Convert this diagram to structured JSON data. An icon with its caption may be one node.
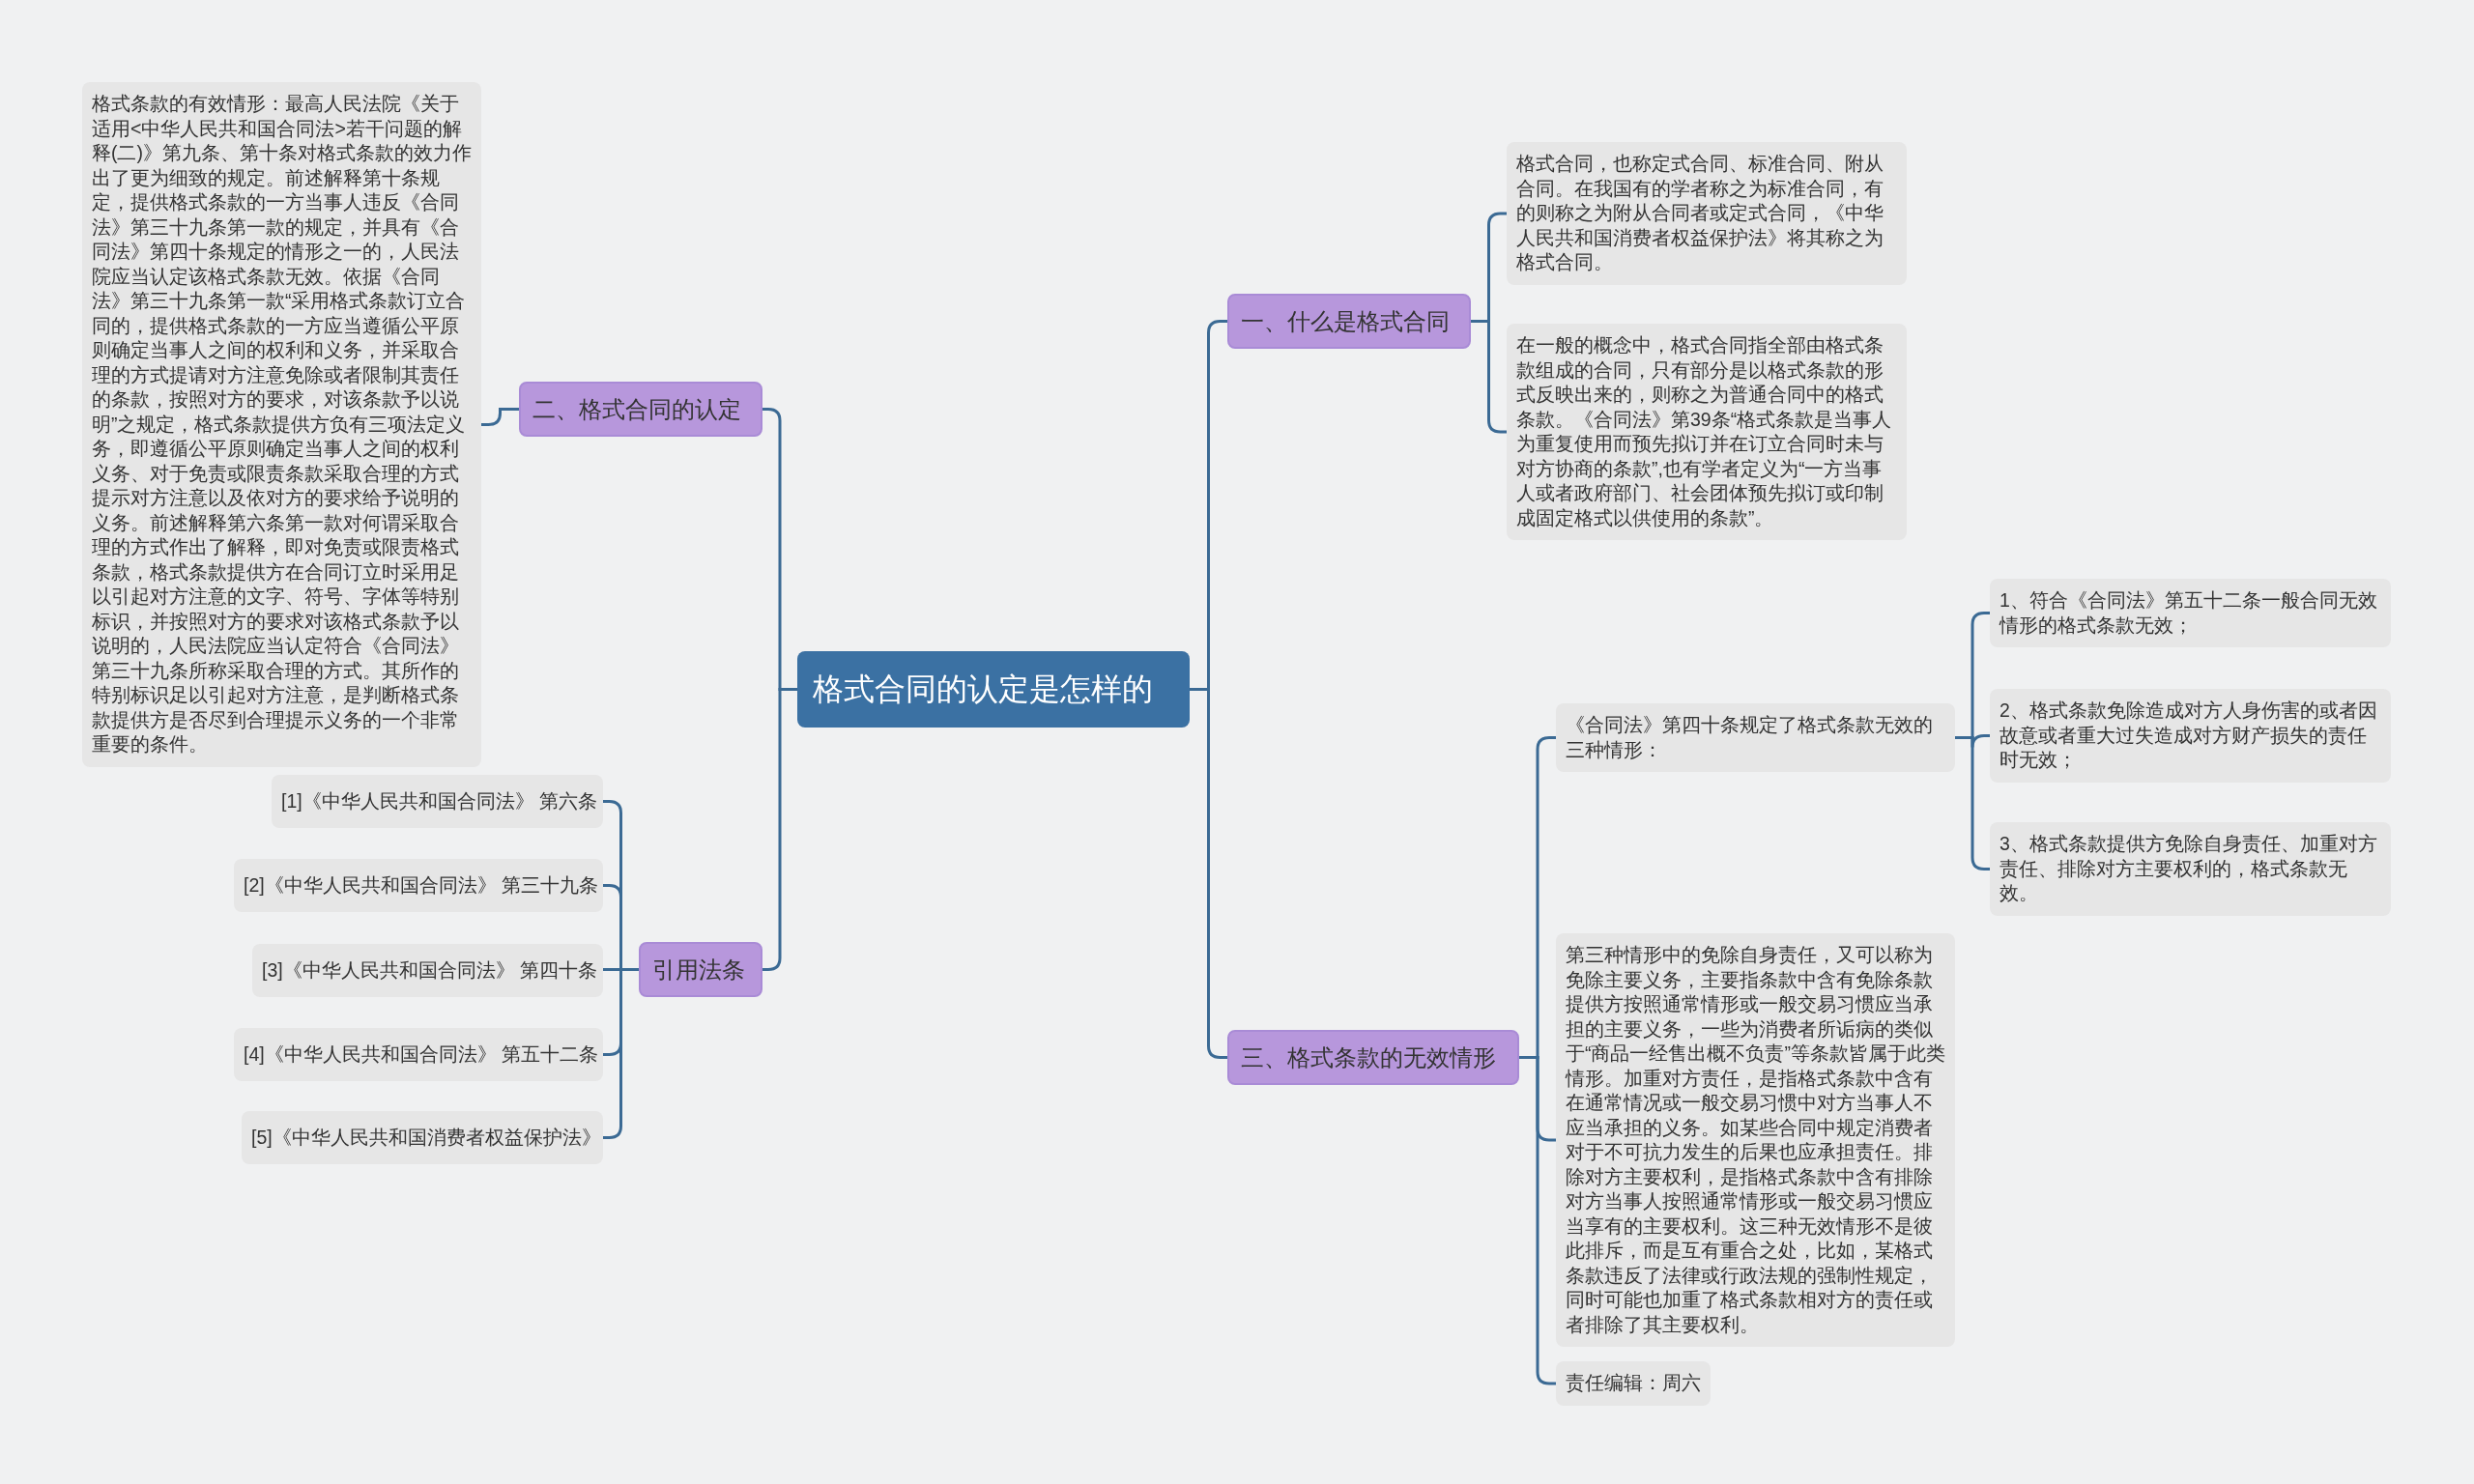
{
  "diagram": {
    "nodes": [
      {
        "text": [
          "格式合同的认定是怎样的"
        ]
      },
      {
        "text": [
          "一、什么是格式合同"
        ]
      },
      {
        "text": [
          "格式合同，也称定式合同、标准合同、附从合同。在我国有的学者称之为标准合同，有的则称之为附从合同者或定式合同，《中华人民共和国消费者权益保护法》将其称之为格式合同。"
        ]
      },
      {
        "text": [
          "在一般的概念中，格式合同指全部由格式条款组成的合同，只有部分是以格式条款的形式反映出来的，则称之为普通合同中的格式条款。《合同法》第39条“格式条款是当事人为重复使用而预先拟订并在订立合同时未与对方协商的条款”,也有学者定义为“一方当事人或者政府部门、社会团体预先拟订或印制成固定格式以供使用的条款”。"
        ]
      },
      {
        "text": [
          "二、格式合同的认定"
        ]
      },
      {
        "text": [
          "格式条款的有效情形：最高人民法院《关于适用<中华人民共和国合同法>若干问题的解释(二)》第九条、第十条对格式条款的效力作出了更为细致的规定。前述解释第十条规定，提供格式条款的一方当事人违反《合同法》第三十九条第一款的规定，并具有《合同法》第四十条规定的情形之一的，人民法院应当认定该格式条款无效。依据《合同法》第三十九条第一款“采用格式条款订立合同的，提供格式条款的一方应当遵循公平原则确定当事人之间的权利和义务，并采取合理的方式提请对方注意免除或者限制其责任的条款，按照对方的要求，对该条款予以说明”之规定，格式条款提供方负有三项法定义务，即遵循公平原则确定当事人之间的权利义务、对于免责或限责条款采取合理的方式提示对方注意以及依对方的要求给予说明的义务。前述解释第六条第一款对何谓采取合理的方式作出了解释，即对免责或限责格式条款，格式条款提供方在合同订立时采用足以引起对方注意的文字、符号、字体等特别标识，并按照对方的要求对该格式条款予以说明的，人民法院应当认定符合《合同法》第三十九条所称采取合理的方式。其所作的特别标识足以引起对方注意，是判断格式条款提供方是否尽到合理提示义务的一个非常重要的条件。"
        ]
      },
      {
        "text": [
          "引用法条"
        ]
      },
      {
        "text": [
          "[1]《中华人民共和国合同法》 第六条"
        ]
      },
      {
        "text": [
          "[2]《中华人民共和国合同法》 第三十九条"
        ]
      },
      {
        "text": [
          "[3]《中华人民共和国合同法》 第四十条"
        ]
      },
      {
        "text": [
          "[4]《中华人民共和国合同法》 第五十二条"
        ]
      },
      {
        "text": [
          "[5]《中华人民共和国消费者权益保护法》"
        ]
      },
      {
        "text": [
          "三、格式条款的无效情形"
        ]
      },
      {
        "text": [
          "《合同法》第四十条规定了格式条款无效的三种情形："
        ]
      },
      {
        "text": [
          "1、符合《合同法》第五十二条一般合同无效情形的格式条款无效；"
        ]
      },
      {
        "text": [
          "2、格式条款免除造成对方人身伤害的或者因故意或者重大过失造成对方财产损失的责任时无效；"
        ]
      },
      {
        "text": [
          "3、格式条款提供方免除自身责任、加重对方责任、排除对方主要权利的，格式条款无效。"
        ]
      },
      {
        "text": [
          "第三种情形中的免除自身责任，又可以称为免除主要义务，主要指条款中含有免除条款提供方按照通常情形或一般交易习惯应当承担的主要义务，一些为消费者所诟病的类似于“商品一经售出概不负责”等条款皆属于此类情形。加重对方责任，是指格式条款中含有在通常情况或一般交易习惯中对方当事人不应当承担的义务。如某些合同中规定消费者对于不可抗力发生的后果也应承担责任。排除对方主要权利，是指格式条款中含有排除对方当事人按照通常情形或一般交易习惯应当享有的主要权利。这三种无效情形不是彼此排斥，而是互有重合之处，比如，某格式条款违反了法律或行政法规的强制性规定，同时可能也加重了格式条款相对方的责任或者排除了其主要权利。"
        ]
      },
      {
        "text": [
          "责任编辑：周六"
        ]
      }
    ],
    "edges": [
      {
        "from": 0,
        "to": 1,
        "arrow": "none"
      },
      {
        "from": 1,
        "to": 2,
        "arrow": "none"
      },
      {
        "from": 1,
        "to": 3,
        "arrow": "none"
      },
      {
        "from": 0,
        "to": 4,
        "arrow": "none"
      },
      {
        "from": 4,
        "to": 5,
        "arrow": "none"
      },
      {
        "from": 0,
        "to": 6,
        "arrow": "none"
      },
      {
        "from": 6,
        "to": 7,
        "arrow": "none"
      },
      {
        "from": 6,
        "to": 8,
        "arrow": "none"
      },
      {
        "from": 6,
        "to": 9,
        "arrow": "none"
      },
      {
        "from": 6,
        "to": 10,
        "arrow": "none"
      },
      {
        "from": 6,
        "to": 11,
        "arrow": "none"
      },
      {
        "from": 0,
        "to": 12,
        "arrow": "none"
      },
      {
        "from": 12,
        "to": 13,
        "arrow": "none"
      },
      {
        "from": 13,
        "to": 14,
        "arrow": "none"
      },
      {
        "from": 13,
        "to": 15,
        "arrow": "none"
      },
      {
        "from": 13,
        "to": 16,
        "arrow": "none"
      },
      {
        "from": 12,
        "to": 17,
        "arrow": "none"
      },
      {
        "from": 12,
        "to": 18,
        "arrow": "none"
      }
    ]
  }
}
